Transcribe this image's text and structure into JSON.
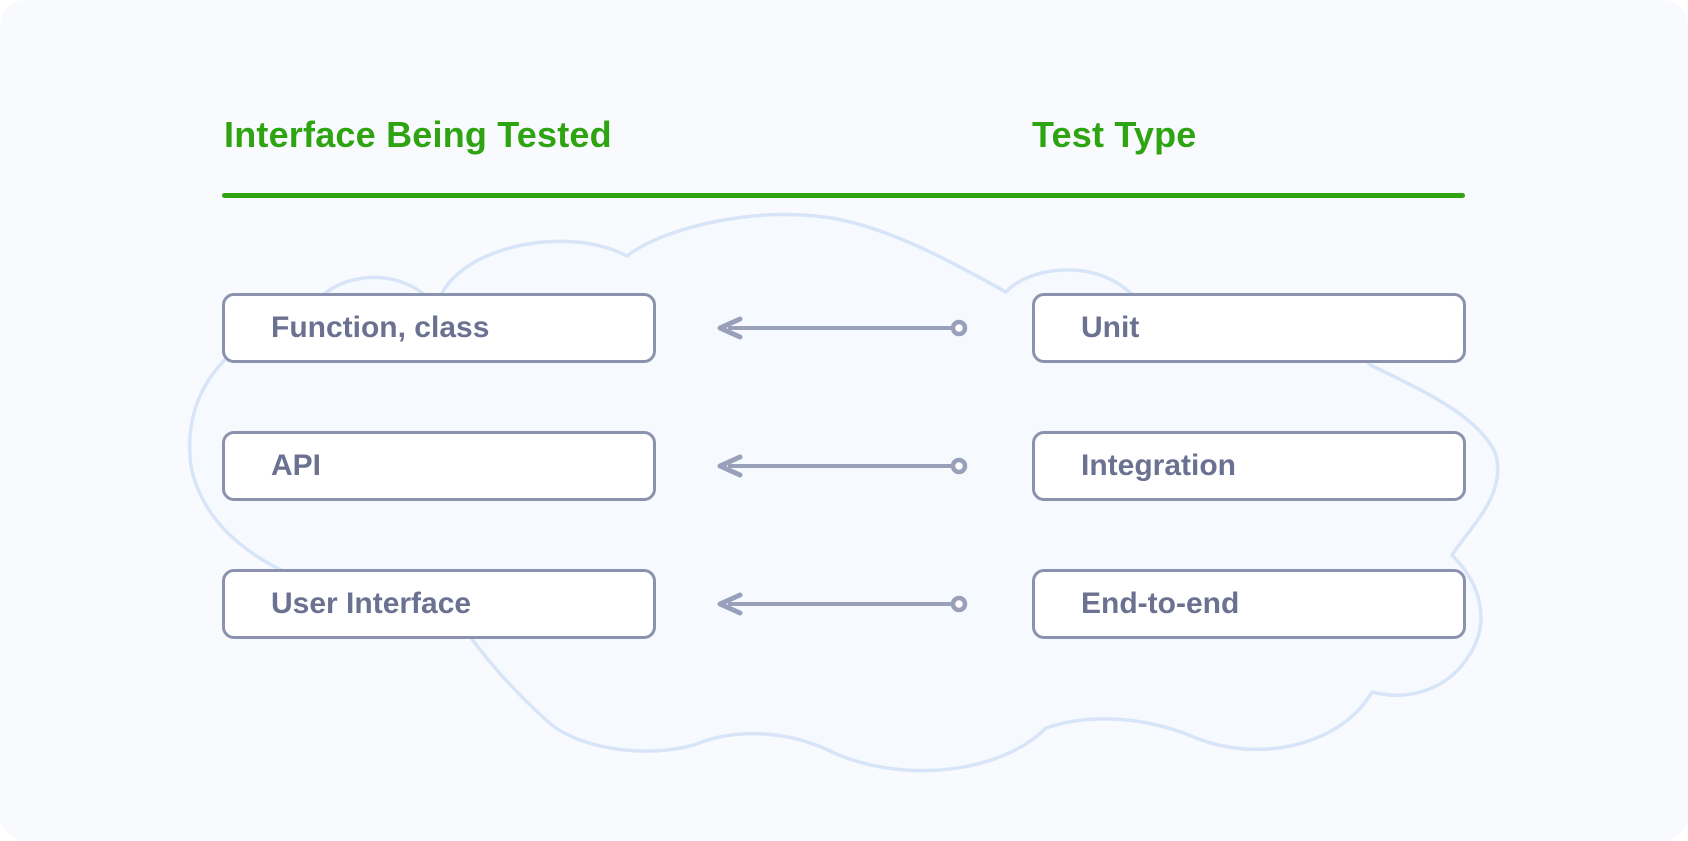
{
  "diagram": {
    "headers": {
      "left": "Interface Being Tested",
      "right": "Test Type"
    },
    "rows": [
      {
        "left": "Function, class",
        "right": "Unit"
      },
      {
        "left": "API",
        "right": "Integration"
      },
      {
        "left": "User Interface",
        "right": "End-to-end"
      }
    ],
    "icons": [
      "left-arrow-icon",
      "cloud-outline-icon"
    ]
  },
  "colors": {
    "accent_green": "#2fa412",
    "box_border": "#8b92ae",
    "box_text": "#6b7190",
    "arrow_color": "#99a0ba",
    "cloud_stroke": "#d8e5f8",
    "cloud_fill": "#f6f9fe",
    "canvas_bg": "#f9fafd"
  }
}
